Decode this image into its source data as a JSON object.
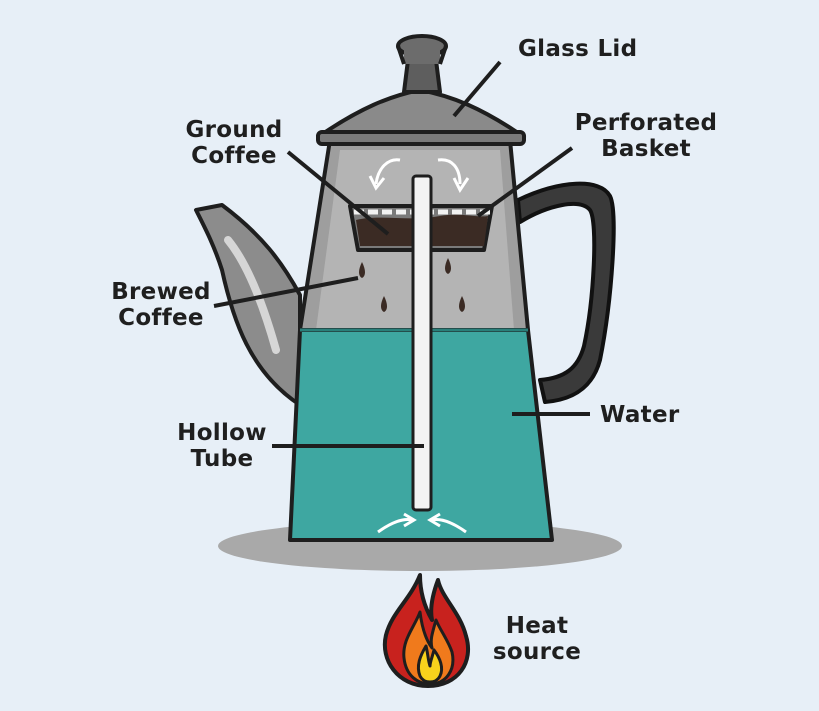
{
  "labels": {
    "glass_lid": "Glass Lid",
    "ground_coffee": [
      "Ground",
      "Coffee"
    ],
    "perforated_basket": [
      "Perforated",
      "Basket"
    ],
    "brewed_coffee": [
      "Brewed",
      "Coffee"
    ],
    "hollow_tube": [
      "Hollow",
      "Tube"
    ],
    "water": "Water",
    "heat_source": [
      "Heat",
      "source"
    ]
  },
  "colors": {
    "background": "#e7eff7",
    "water": "#3ea7a1",
    "pot_body": "#9e9e9e",
    "pot_dark": "#6f6f6f",
    "handle": "#3a3a3a",
    "coffee": "#3b2b24",
    "flame_outer": "#c8221e",
    "flame_mid": "#f07a1c",
    "flame_inner": "#f7d21c"
  }
}
